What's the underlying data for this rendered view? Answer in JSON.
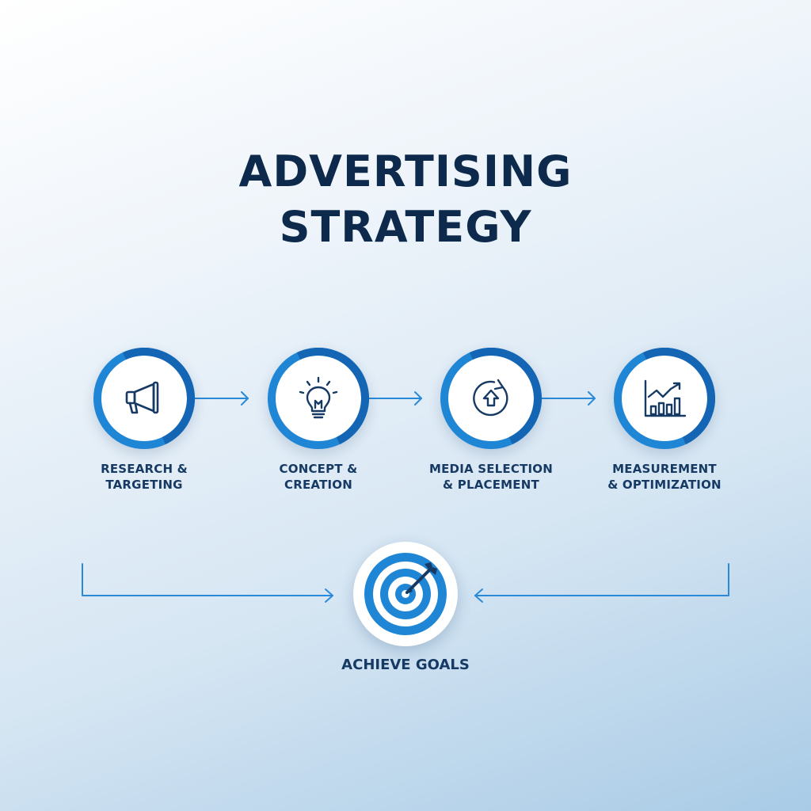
{
  "title": {
    "line1": "ADVERTISING",
    "line2": "STRATEGY"
  },
  "steps": [
    {
      "line1": "RESEARCH &",
      "line2": "TARGETING",
      "icon": "megaphone-icon"
    },
    {
      "line1": "CONCEPT &",
      "line2": "CREATION",
      "icon": "lightbulb-icon"
    },
    {
      "line1": "MEDIA SELECTION",
      "line2": "& PLACEMENT",
      "icon": "upload-cycle-icon"
    },
    {
      "line1": "MEASUREMENT",
      "line2": "& OPTIMIZATION",
      "icon": "growth-chart-icon"
    }
  ],
  "goal": {
    "label": "ACHIEVE GOALS",
    "icon": "target-arrow-icon"
  },
  "colors": {
    "title": "#0d2a4c",
    "accent": "#1f86d6",
    "accent_dark": "#1565b5",
    "icon_stroke": "#163a63",
    "connector": "#2b8ad8"
  }
}
